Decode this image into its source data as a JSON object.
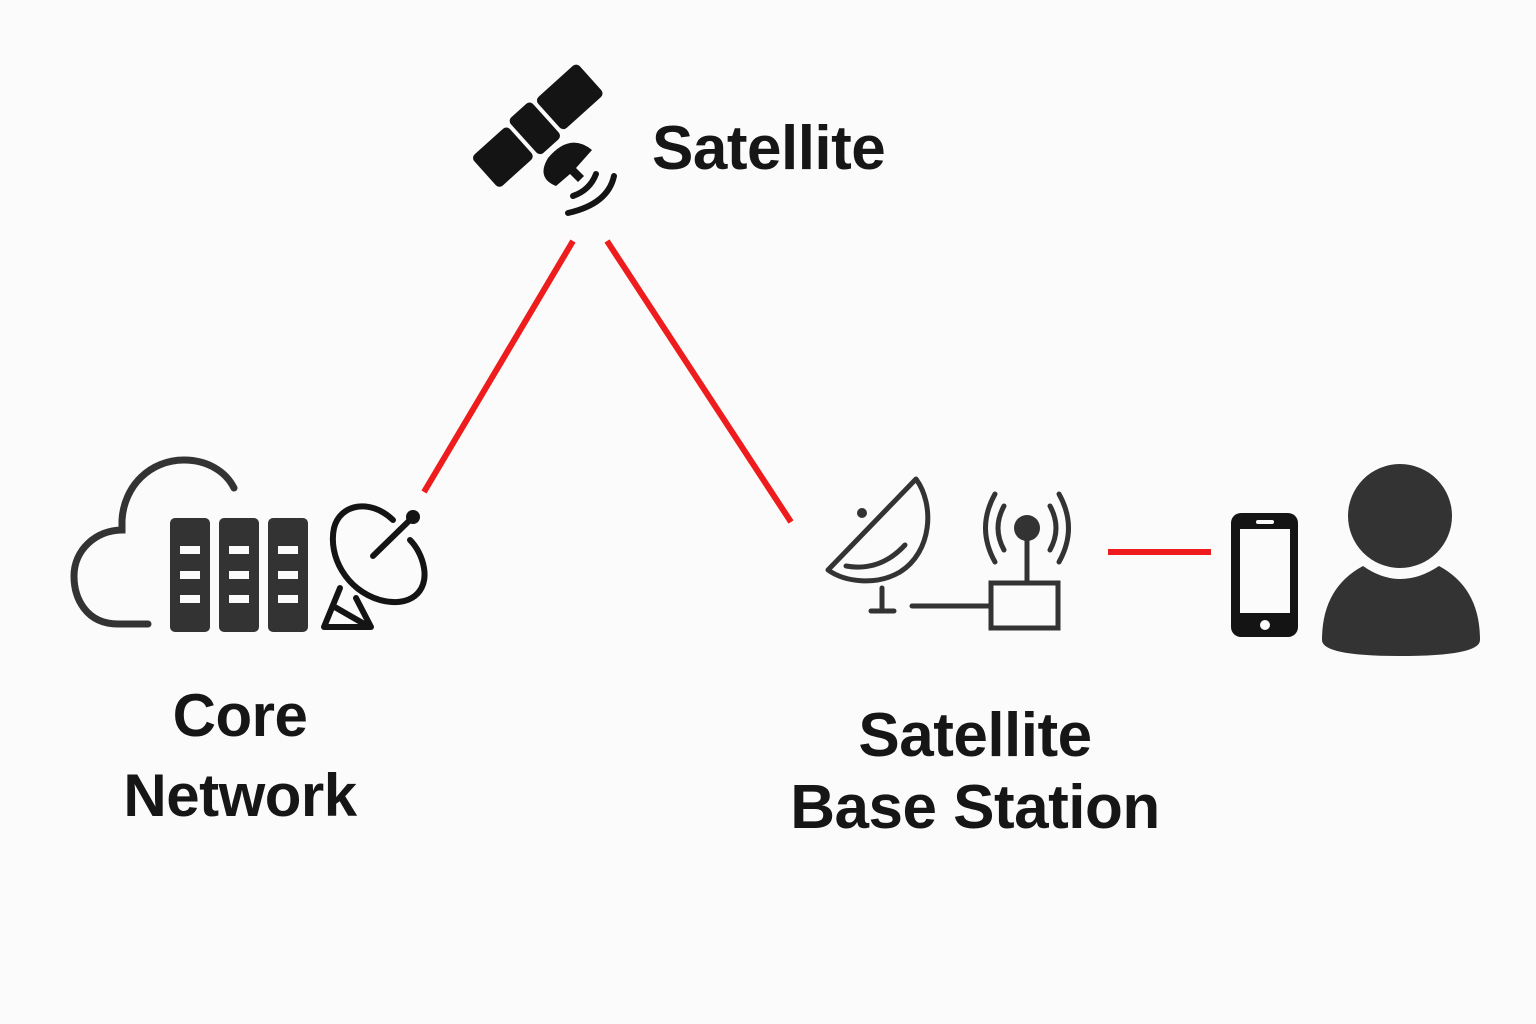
{
  "diagram": {
    "type": "network-topology",
    "nodes": [
      {
        "id": "satellite",
        "label": "Satellite",
        "icon": "satellite-icon"
      },
      {
        "id": "core",
        "label_lines": [
          "Core",
          "Network"
        ],
        "icons": [
          "cloud-icon",
          "server-rack-icon",
          "satellite-dish-icon"
        ]
      },
      {
        "id": "base-station",
        "label_lines": [
          "Satellite",
          "Base Station"
        ],
        "icons": [
          "satellite-dish-icon",
          "radio-tower-icon"
        ]
      },
      {
        "id": "user-equipment",
        "label": "",
        "icons": [
          "smartphone-icon",
          "user-icon"
        ]
      }
    ],
    "links": [
      {
        "from": "satellite",
        "to": "core"
      },
      {
        "from": "satellite",
        "to": "base-station"
      },
      {
        "from": "base-station",
        "to": "user-equipment"
      }
    ],
    "colors": {
      "link": "#ee1c1c",
      "icon_dark": "#333333",
      "icon_black": "#141414",
      "text": "#161616",
      "background": "#fbfbfb"
    }
  },
  "labels": {
    "satellite": "Satellite",
    "core_line1": "Core",
    "core_line2": "Network",
    "bs_line1": "Satellite",
    "bs_line2": "Base Station"
  }
}
